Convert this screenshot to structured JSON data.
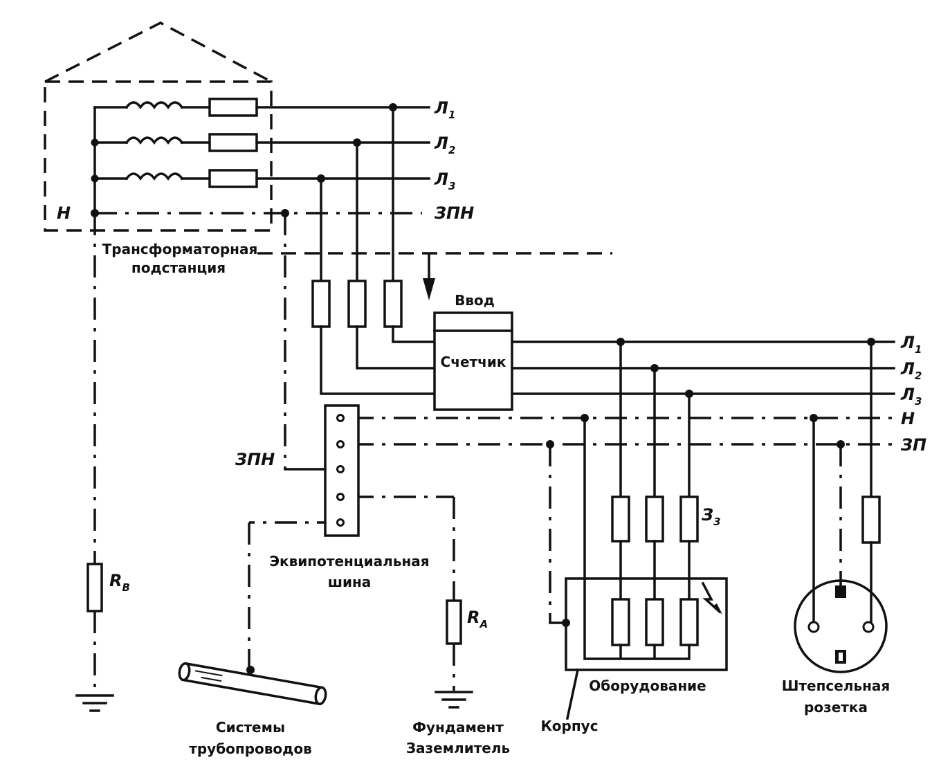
{
  "substation": {
    "line1": "Л",
    "line1_sub": "1",
    "line2": "Л",
    "line2_sub": "2",
    "line3": "Л",
    "line3_sub": "3",
    "neutral_out": "ЗПН",
    "neutral": "Н",
    "name_l1": "Трансформаторная",
    "name_l2": "подстанция"
  },
  "building": {
    "entry": "Ввод",
    "meter": "Счетчик",
    "pen": "ЗПН",
    "line1": "Л",
    "line1_sub": "1",
    "line2": "Л",
    "line2_sub": "2",
    "line3": "Л",
    "line3_sub": "3",
    "neutral": "Н",
    "protective": "ЗП",
    "fuse": "З",
    "fuse_sub": "3",
    "rb": "R",
    "rb_sub": "В",
    "ra": "R",
    "ra_sub": "A"
  },
  "labels": {
    "bus_l1": "Эквипотенциальная",
    "bus_l2": "шина",
    "pipes_l1": "Системы",
    "pipes_l2": "трубопроводов",
    "found_l1": "Фундамент",
    "found_l2": "Заземлитель",
    "equipment": "Оборудование",
    "enclosure": "Корпус",
    "socket_l1": "Штепсельная",
    "socket_l2": "розетка"
  }
}
